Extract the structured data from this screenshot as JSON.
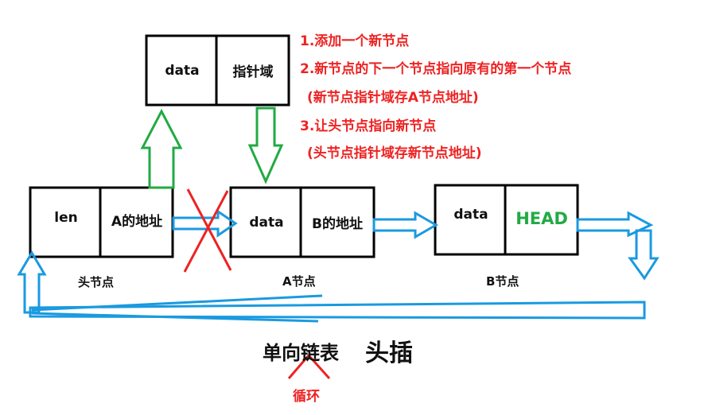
{
  "new_node": {
    "data": "data",
    "ptr": "指针域"
  },
  "head_node": {
    "len": "len",
    "ptr": "A的地址",
    "label": "头节点"
  },
  "node_a": {
    "data": "data",
    "ptr": "B的地址",
    "label": "A节点"
  },
  "node_b": {
    "data": "data",
    "ptr": "HEAD",
    "label": "B节点"
  },
  "notes": [
    "1.添加一个新节点",
    "2.新节点的下一个节点指向原有的第一个节点",
    "(新节点指针域存A节点地址)",
    "3.让头节点指向新节点",
    "(头节点指针域存新节点地址)"
  ],
  "title": {
    "main": "单向链表",
    "sub": "头插"
  },
  "loop_label": "循环",
  "colors": {
    "note_red": "#ee2222",
    "green": "#22aa44",
    "blue": "#1a9ae0",
    "red_x": "#ee2222"
  }
}
